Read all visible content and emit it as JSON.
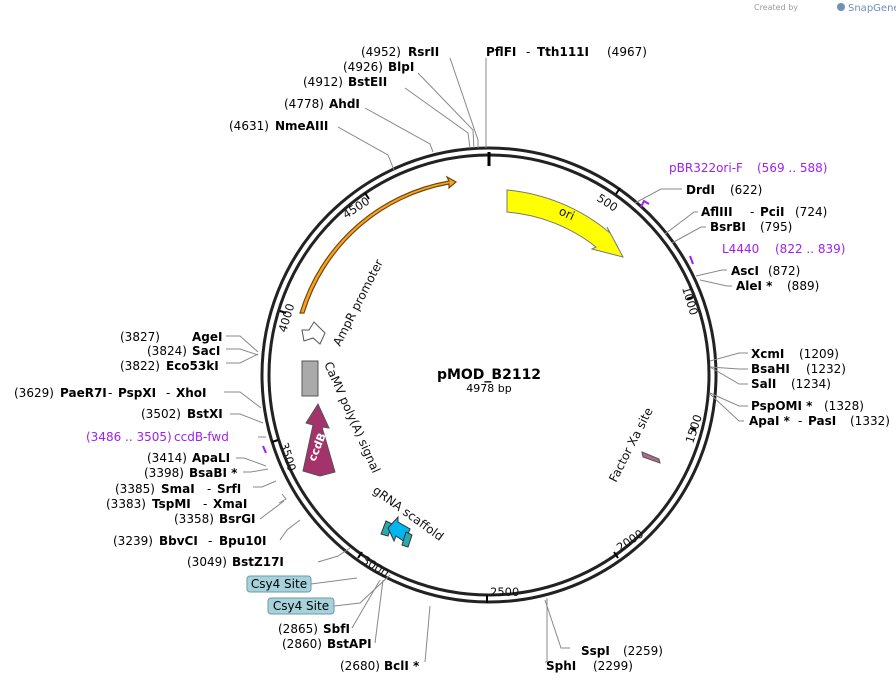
{
  "watermark": {
    "prefix": "Created by",
    "brand": "SnapGene"
  },
  "plasmid": {
    "name": "pMOD_B2112",
    "size": "4978 bp"
  },
  "ticks": [
    "500",
    "1000",
    "1500",
    "2000",
    "2500",
    "3000",
    "3500",
    "4000",
    "4500"
  ],
  "features": {
    "ori": "ori",
    "ampr_promoter": "AmpR promoter",
    "camv": "CaMV poly(A) signal",
    "ccdb": "ccdB",
    "grna": "gRNA scaffold",
    "factor_xa": "Factor Xa site"
  },
  "boxes": {
    "csy4_1": "Csy4 Site",
    "csy4_2": "Csy4 Site"
  },
  "sites": {
    "rsrii": {
      "pos": "(4952)",
      "name": "RsrII"
    },
    "pflfi": {
      "name": "PflFI",
      "name2": "Tth111I",
      "pos": "(4967)"
    },
    "blpi": {
      "pos": "(4926)",
      "name": "BlpI"
    },
    "bsteii": {
      "pos": "(4912)",
      "name": "BstEII"
    },
    "ahdi": {
      "pos": "(4778)",
      "name": "AhdI"
    },
    "nmeaiii": {
      "pos": "(4631)",
      "name": "NmeAIII"
    },
    "drdi": {
      "name": "DrdI",
      "pos": "(622)"
    },
    "afliii": {
      "name": "AflIII",
      "name2": "PciI",
      "pos": "(724)"
    },
    "bsrbi": {
      "name": "BsrBI",
      "pos": "(795)"
    },
    "asci": {
      "name": "AscI",
      "pos": "(872)"
    },
    "alei": {
      "name": "AleI *",
      "pos": "(889)"
    },
    "xcmi": {
      "name": "XcmI",
      "pos": "(1209)"
    },
    "bsahi": {
      "name": "BsaHI",
      "pos": "(1232)"
    },
    "sali": {
      "name": "SalI",
      "pos": "(1234)"
    },
    "pspomi": {
      "name": "PspOMI *",
      "pos": "(1328)"
    },
    "apai": {
      "name": "ApaI *",
      "name2": "PasI",
      "pos": "(1332)"
    },
    "sspi": {
      "name": "SspI",
      "pos": "(2259)"
    },
    "sphi": {
      "name": "SphI",
      "pos": "(2299)"
    },
    "bcli": {
      "pos": "(2680)",
      "name": "BclI *"
    },
    "bstapi": {
      "pos": "(2860)",
      "name": "BstAPI"
    },
    "sbfi": {
      "pos": "(2865)",
      "name": "SbfI"
    },
    "bstz17i": {
      "pos": "(3049)",
      "name": "BstZ17I"
    },
    "bbvci": {
      "pos": "(3239)",
      "name": "BbvCI",
      "name2": "Bpu10I"
    },
    "bsrgi": {
      "pos": "(3358)",
      "name": "BsrGI"
    },
    "tspmi": {
      "pos": "(3383)",
      "name": "TspMI",
      "name2": "XmaI"
    },
    "smai": {
      "pos": "(3385)",
      "name": "SmaI",
      "name2": "SrfI"
    },
    "bsabi": {
      "pos": "(3398)",
      "name": "BsaBI *"
    },
    "apali": {
      "pos": "(3414)",
      "name": "ApaLI"
    },
    "bstxi": {
      "pos": "(3502)",
      "name": "BstXI"
    },
    "paer7i": {
      "pos": "(3629)",
      "name": "PaeR7I",
      "name2": "PspXI",
      "name3": "XhoI"
    },
    "eco53ki": {
      "pos": "(3822)",
      "name": "Eco53kI"
    },
    "saci": {
      "pos": "(3824)",
      "name": "SacI"
    },
    "agei": {
      "pos": "(3827)",
      "name": "AgeI"
    }
  },
  "primers": {
    "pbr322": {
      "name": "pBR322ori-F",
      "range": "(569 .. 588)"
    },
    "l4440": {
      "name": "L4440",
      "range": "(822 .. 839)"
    },
    "ccdbfwd": {
      "range": "(3486 .. 3505)",
      "name": "ccdB-fwd"
    }
  },
  "colors": {
    "ori": "#ffff00",
    "ampr_promoter": "#ffa020",
    "ccdb": "#a3336a",
    "camv": "#aaaaaa",
    "grna": "#00b6ee",
    "primer": "#a020f0",
    "csy4_box": "#a6d2dc"
  }
}
